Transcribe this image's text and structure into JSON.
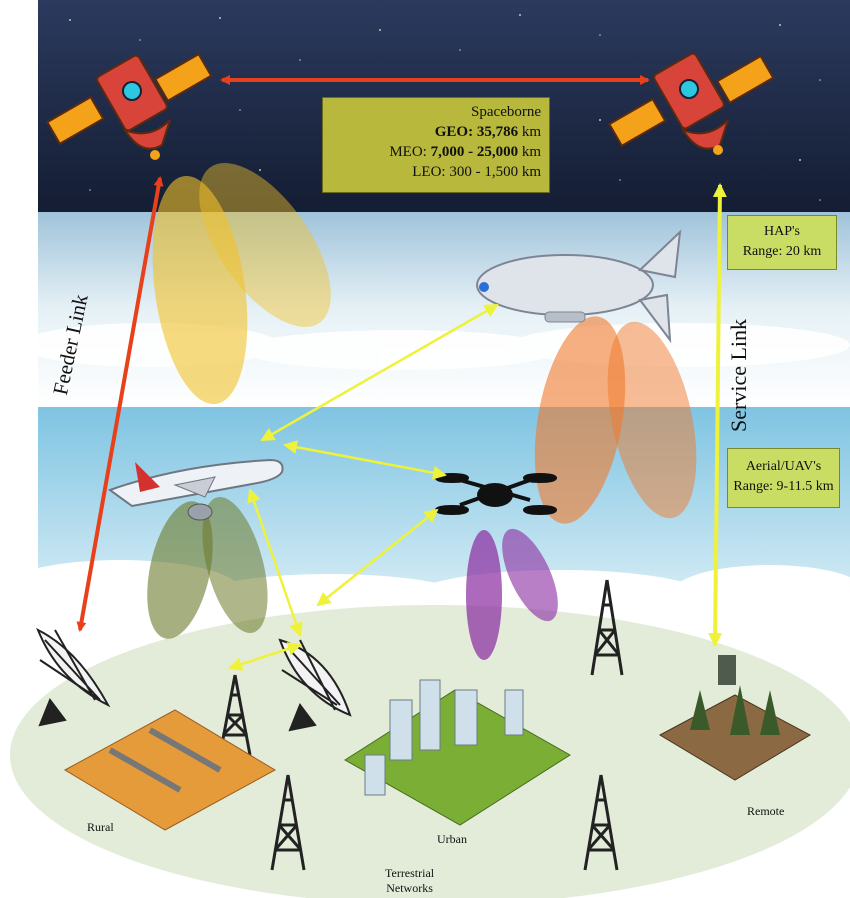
{
  "spaceborne": {
    "title": "Spaceborne",
    "geo_label": "GEO:",
    "geo_value": "35,786",
    "geo_unit": "km",
    "meo_label": "MEO:",
    "meo_value": "7,000 - 25,000",
    "meo_unit": "km",
    "leo_text": "LEO: 300 - 1,500 km"
  },
  "haps": {
    "line1": "HAP's",
    "line2": "Range: 20 km"
  },
  "aerial": {
    "line1": "Aerial/UAV's",
    "line2": "Range: 9-11.5 km"
  },
  "links": {
    "feeder": "Feeder Link",
    "service": "Service Link"
  },
  "ground": {
    "rural": "Rural",
    "urban": "Urban",
    "remote": "Remote",
    "terrestrial_line1": "Terrestrial",
    "terrestrial_line2": "Networks"
  },
  "colors": {
    "space": "#1a2540",
    "sky": "#cfe3ee",
    "cloud": "#ffffff",
    "ground": "#e2ecd9",
    "feeder_arrow": "#e8401a",
    "link_arrow": "#eef23a",
    "box_olive": "#b7b83c",
    "box_green": "#c9dd64"
  },
  "icons": [
    "satellite-icon",
    "airship-icon",
    "airplane-icon",
    "drone-icon",
    "dish-antenna-icon",
    "cell-tower-icon"
  ]
}
